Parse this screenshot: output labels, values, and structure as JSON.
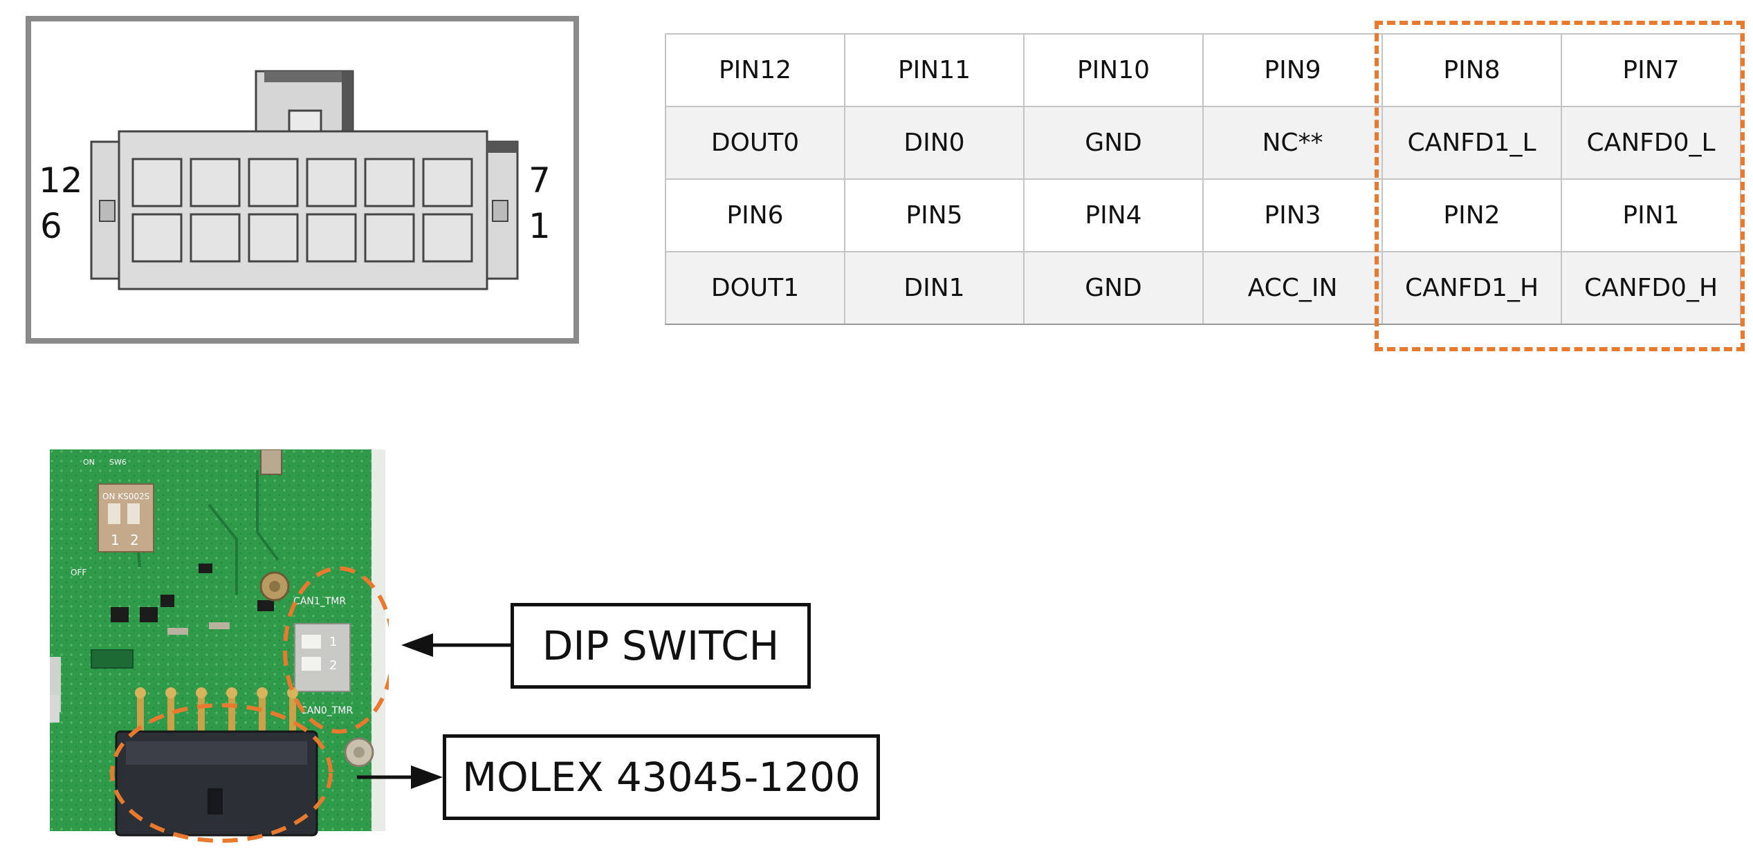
{
  "connector": {
    "label_12": "12",
    "label_6": "6",
    "label_7": "7",
    "label_1": "1"
  },
  "pinout_table": {
    "rows": [
      [
        "PIN12",
        "PIN11",
        "PIN10",
        "PIN9",
        "PIN8",
        "PIN7"
      ],
      [
        "DOUT0",
        "DIN0",
        "GND",
        "NC**",
        "CANFD1_L",
        "CANFD0_L"
      ],
      [
        "PIN6",
        "PIN5",
        "PIN4",
        "PIN3",
        "PIN2",
        "PIN1"
      ],
      [
        "DOUT1",
        "DIN1",
        "GND",
        "ACC_IN",
        "CANFD1_H",
        "CANFD0_H"
      ]
    ]
  },
  "photo": {
    "silk_on_top": "ON",
    "silk_sw": "SW6",
    "silk_ks": "ON KS002S",
    "silk_can1": "CAN1_TMR",
    "silk_can0": "CAN0_TMR",
    "silk_off": "OFF",
    "dip1_num1": "1",
    "dip1_num2": "2",
    "dip2_num1": "1",
    "dip2_num2": "2"
  },
  "callouts": {
    "dip_switch": "DIP SWITCH",
    "molex": "MOLEX 43045-1200"
  },
  "colors": {
    "highlight": "#e8792f",
    "pcb_green": "#2f9a4a",
    "connector_black": "#2b2f36"
  }
}
